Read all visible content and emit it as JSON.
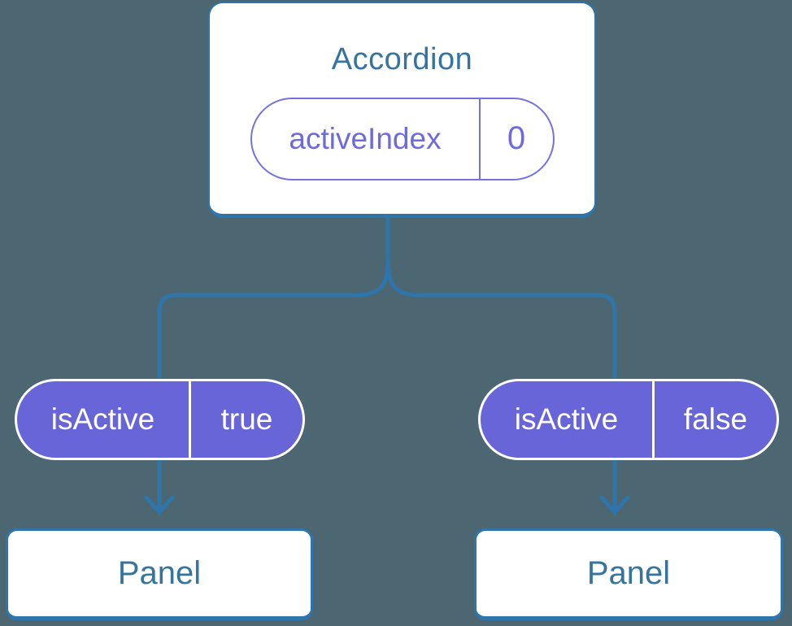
{
  "colors": {
    "background": "#4C6772",
    "connector_blue": "#2D75AB",
    "title_blue": "#35749E",
    "pill_purple_fill": "#6765D7",
    "pill_purple_outline": "#7472DE",
    "pill_purple_text": "#6D6BDC",
    "card_white": "#FFFFFF"
  },
  "root": {
    "title": "Accordion",
    "state_pill": {
      "label": "activeIndex",
      "value": "0"
    }
  },
  "children": [
    {
      "pill": {
        "label": "isActive",
        "value": "true"
      },
      "panel_title": "Panel"
    },
    {
      "pill": {
        "label": "isActive",
        "value": "false"
      },
      "panel_title": "Panel"
    }
  ]
}
